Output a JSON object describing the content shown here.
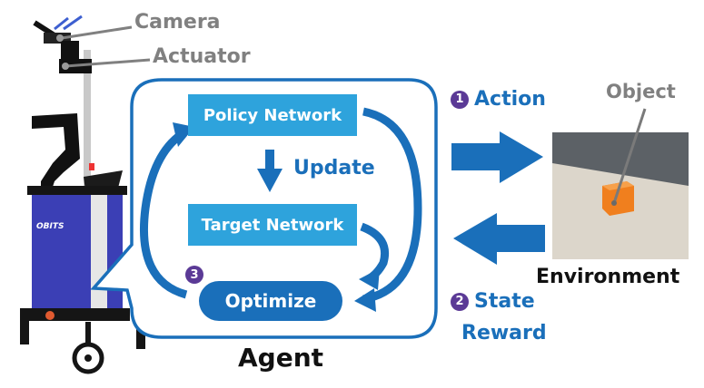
{
  "robot": {
    "labels": {
      "camera": "Camera",
      "actuator": "Actuator"
    },
    "logo_text": "OBITS",
    "body_color": "#3b3fb5"
  },
  "agent": {
    "title": "Agent",
    "nodes": {
      "policy": "Policy Network",
      "target": "Target Network",
      "optimize": "Optimize"
    },
    "update_label": "Update",
    "step3_badge": "3"
  },
  "environment": {
    "title": "Environment",
    "object_label": "Object"
  },
  "flows": {
    "action": {
      "badge": "1",
      "label": "Action"
    },
    "state": {
      "badge": "2",
      "label": "State"
    },
    "reward_label": "Reward"
  },
  "colors": {
    "primary_blue": "#1a6fba",
    "light_blue": "#2ea3dc",
    "badge_purple": "#5b3a96",
    "label_gray": "#808080"
  }
}
